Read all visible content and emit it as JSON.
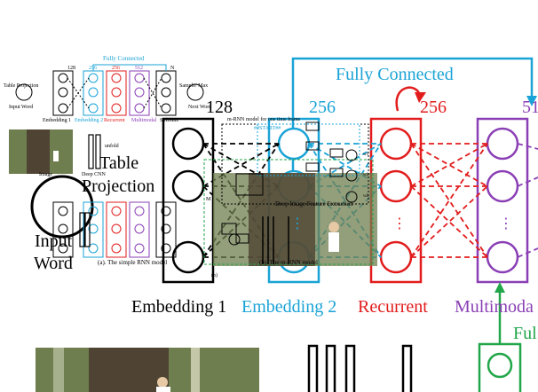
{
  "colors": {
    "embedding1": "#000000",
    "embedding2": "#1aa3d6",
    "recurrent": "#e21c1c",
    "multimodal": "#8a3fb5",
    "fully_connected": "#1aa3d6",
    "fully_connected_right": "#22a64a",
    "photo_bg": "#6f7e4f"
  },
  "large": {
    "fully_connected": "Fully Connected",
    "dim_embedding1": "128",
    "dim_embedding2": "256",
    "dim_recurrent": "256",
    "dim_multimodal": "51",
    "table_projection_line1": "Table",
    "table_projection_line2": "Projection",
    "input_word_line1": "Input",
    "input_word_line2": "Word",
    "layer_embedding1": "Embedding 1",
    "layer_embedding2": "Embedding 2",
    "layer_recurrent": "Recurrent",
    "layer_multimodal": "Multimoda",
    "fully_connected_right": "Ful",
    "ellipsis": "⋮"
  },
  "small": {
    "fully_connected": "Fully Connected",
    "dims": [
      "128",
      "256",
      "256",
      "512",
      "N"
    ],
    "table_projection": "Table Projection",
    "input_word": "Input Word",
    "next_word": "Next Word",
    "sample_max": "Sample/ Max",
    "softmax": "SoftMax",
    "layers": [
      "Embedding 1",
      "Embedding 2",
      "Recurrent",
      "Multimodal"
    ],
    "caption_a": "(a). The simple RNN model",
    "caption_b": "(b). The m-RNN model",
    "image": "Image",
    "deep_cnn": "Deep CNN",
    "cnn_features": "Deep Image Feature Extraction",
    "start": "##START##",
    "rnn_unfold": "m-RNN model for one time frame",
    "unfold": "unfold",
    "b_label": "(b)",
    "m_label": "M",
    "w_labels": [
      "w1",
      "w2",
      "wL"
    ]
  }
}
